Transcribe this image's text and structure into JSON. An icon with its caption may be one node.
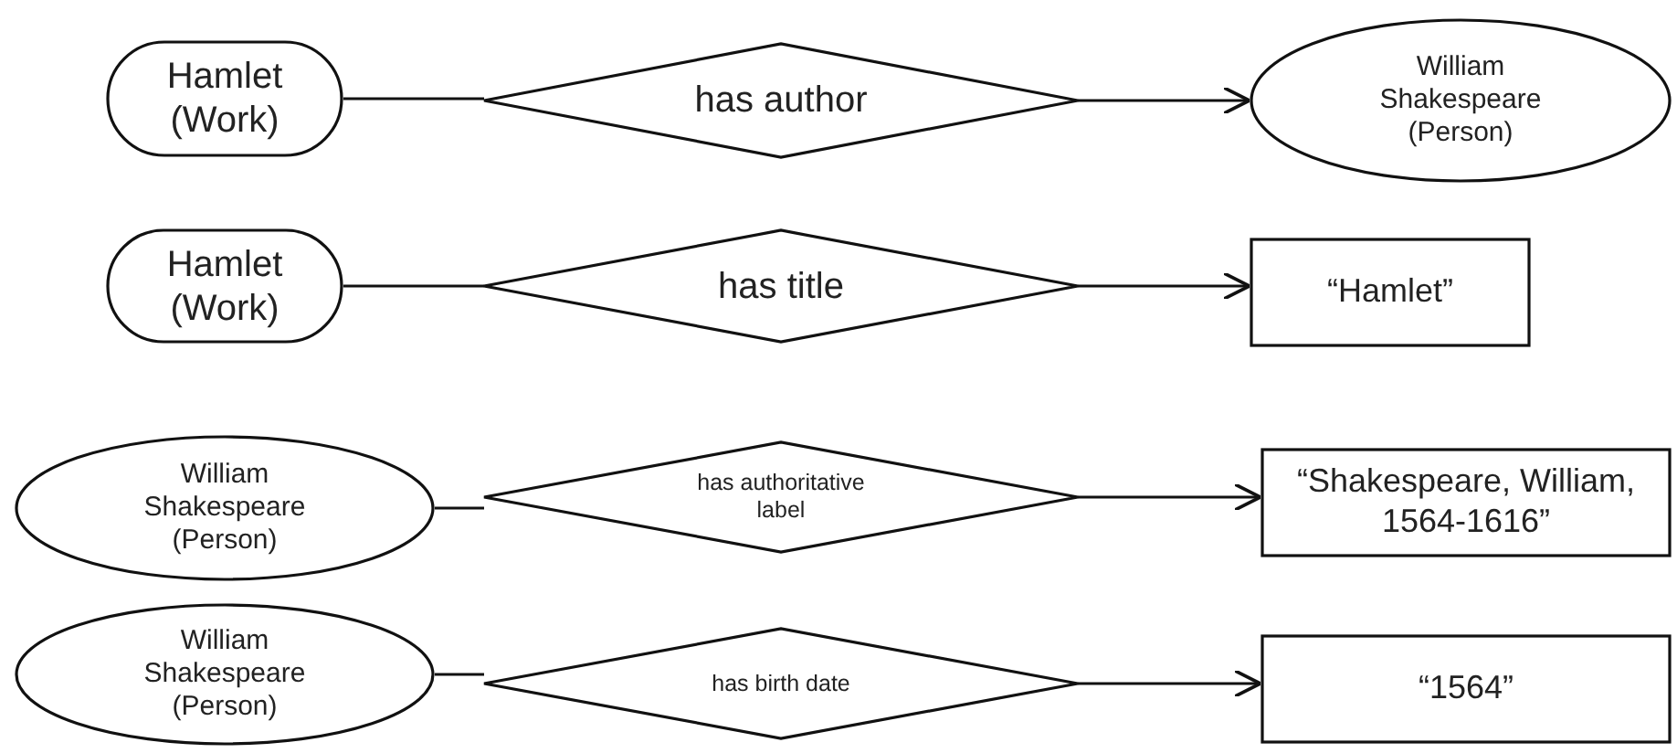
{
  "diagram": {
    "nodes": [
      {
        "text": [
          "Hamlet (Work)"
        ]
      },
      {
        "text": [
          "has author"
        ]
      },
      {
        "text": [
          "William Shakespeare (Person)"
        ]
      },
      {
        "text": [
          "Hamlet (Work)"
        ]
      },
      {
        "text": [
          "has title"
        ]
      },
      {
        "text": [
          "“Hamlet”"
        ]
      },
      {
        "text": [
          "William Shakespeare (Person)"
        ]
      },
      {
        "text": [
          "has authoritative label"
        ]
      },
      {
        "text": [
          "“Shakespeare, William, 1564-1616”"
        ]
      },
      {
        "text": [
          "William Shakespeare (Person)"
        ]
      },
      {
        "text": [
          "has birth date"
        ]
      },
      {
        "text": [
          "“1564”"
        ]
      }
    ],
    "edges": [
      {
        "from": 0,
        "to": 1,
        "arrow": "none"
      },
      {
        "from": 1,
        "to": 2,
        "arrow": "to"
      },
      {
        "from": 3,
        "to": 4,
        "arrow": "none"
      },
      {
        "from": 4,
        "to": 5,
        "arrow": "to"
      },
      {
        "from": 6,
        "to": 7,
        "arrow": "none"
      },
      {
        "from": 7,
        "to": 8,
        "arrow": "to"
      },
      {
        "from": 9,
        "to": 10,
        "arrow": "none"
      },
      {
        "from": 10,
        "to": 11,
        "arrow": "to"
      }
    ]
  }
}
